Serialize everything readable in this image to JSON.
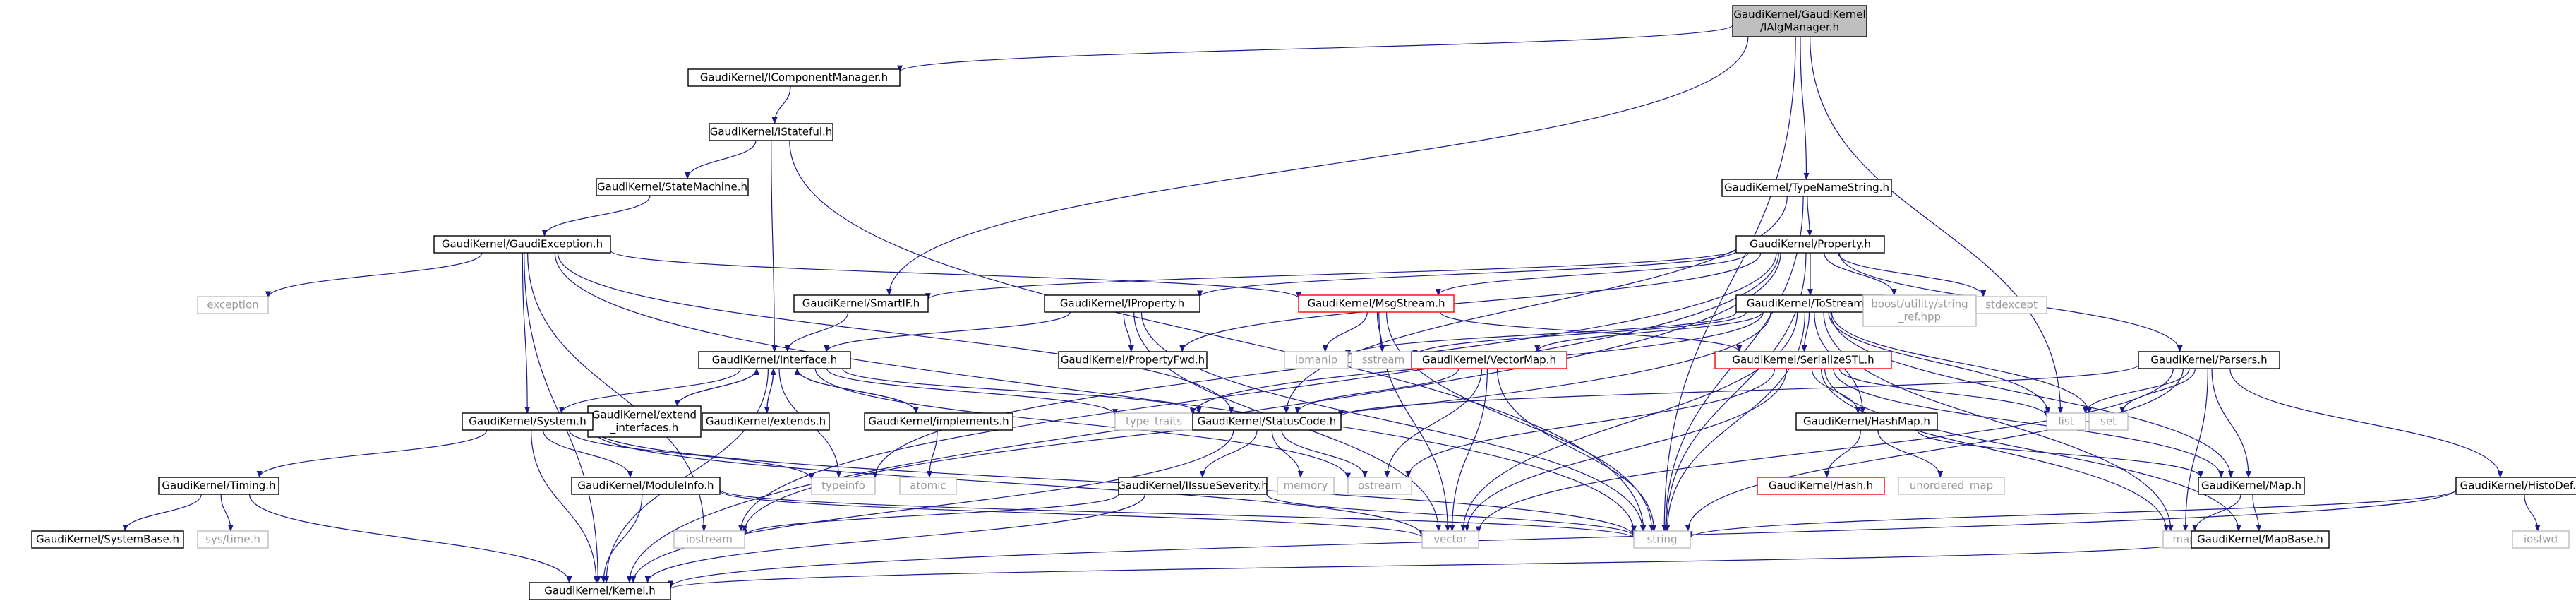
{
  "title": "GaudiKernel/IAlgManager.h",
  "colors": {
    "edge": "#1a1a8c",
    "node_border": "#000000",
    "node_text": "#000000",
    "external_border": "#bfbfbf",
    "external_text": "#9a9a9a",
    "incomplete_border": "#ff0000",
    "root_fill": "#bfbfbf"
  },
  "nodes": {
    "ialgmanager": {
      "label": [
        "GaudiKernel/GaudiKernel",
        "/IAlgManager.h"
      ],
      "kind": "root"
    },
    "icomponentmanager": {
      "label": [
        "GaudiKernel/IComponentManager.h"
      ],
      "kind": "normal"
    },
    "istateful": {
      "label": [
        "GaudiKernel/IStateful.h"
      ],
      "kind": "normal"
    },
    "statemachine": {
      "label": [
        "GaudiKernel/StateMachine.h"
      ],
      "kind": "normal"
    },
    "gaudiexception": {
      "label": [
        "GaudiKernel/GaudiException.h"
      ],
      "kind": "normal"
    },
    "exception": {
      "label": [
        "exception"
      ],
      "kind": "external"
    },
    "smartif": {
      "label": [
        "GaudiKernel/SmartIF.h"
      ],
      "kind": "normal"
    },
    "iproperty": {
      "label": [
        "GaudiKernel/IProperty.h"
      ],
      "kind": "normal"
    },
    "msgstream": {
      "label": [
        "GaudiKernel/MsgStream.h"
      ],
      "kind": "incomplete"
    },
    "typenamestring": {
      "label": [
        "GaudiKernel/TypeNameString.h"
      ],
      "kind": "normal"
    },
    "property": {
      "label": [
        "GaudiKernel/Property.h"
      ],
      "kind": "normal"
    },
    "tostream": {
      "label": [
        "GaudiKernel/ToStream.h"
      ],
      "kind": "normal"
    },
    "boostref": {
      "label": [
        "boost/utility/string",
        "_ref.hpp"
      ],
      "kind": "external"
    },
    "stdexcept": {
      "label": [
        "stdexcept"
      ],
      "kind": "external"
    },
    "propertyfwd": {
      "label": [
        "GaudiKernel/PropertyFwd.h"
      ],
      "kind": "normal"
    },
    "interface": {
      "label": [
        "GaudiKernel/Interface.h"
      ],
      "kind": "normal"
    },
    "extendinterfaces": {
      "label": [
        "GaudiKernel/extend",
        "_interfaces.h"
      ],
      "kind": "normal"
    },
    "extends": {
      "label": [
        "GaudiKernel/extends.h"
      ],
      "kind": "normal"
    },
    "iomanip": {
      "label": [
        "iomanip"
      ],
      "kind": "external"
    },
    "sstream": {
      "label": [
        "sstream"
      ],
      "kind": "external"
    },
    "vectormap": {
      "label": [
        "GaudiKernel/VectorMap.h"
      ],
      "kind": "incomplete"
    },
    "serializestl": {
      "label": [
        "GaudiKernel/SerializeSTL.h"
      ],
      "kind": "incomplete"
    },
    "parsers": {
      "label": [
        "GaudiKernel/Parsers.h"
      ],
      "kind": "normal"
    },
    "system": {
      "label": [
        "GaudiKernel/System.h"
      ],
      "kind": "normal"
    },
    "implements": {
      "label": [
        "GaudiKernel/implements.h"
      ],
      "kind": "normal"
    },
    "typetraits": {
      "label": [
        "type_traits"
      ],
      "kind": "external"
    },
    "statuscode": {
      "label": [
        "GaudiKernel/StatusCode.h"
      ],
      "kind": "normal"
    },
    "hashmap": {
      "label": [
        "GaudiKernel/HashMap.h"
      ],
      "kind": "normal"
    },
    "list": {
      "label": [
        "list"
      ],
      "kind": "external"
    },
    "set": {
      "label": [
        "set"
      ],
      "kind": "external"
    },
    "timing": {
      "label": [
        "GaudiKernel/Timing.h"
      ],
      "kind": "normal"
    },
    "moduleinfo": {
      "label": [
        "GaudiKernel/ModuleInfo.h"
      ],
      "kind": "normal"
    },
    "typeinfo": {
      "label": [
        "typeinfo"
      ],
      "kind": "external"
    },
    "atomic": {
      "label": [
        "atomic"
      ],
      "kind": "external"
    },
    "issueseverity": {
      "label": [
        "GaudiKernel/IIssueSeverity.h"
      ],
      "kind": "normal"
    },
    "memory": {
      "label": [
        "memory"
      ],
      "kind": "external"
    },
    "ostream": {
      "label": [
        "ostream"
      ],
      "kind": "external"
    },
    "hash": {
      "label": [
        "GaudiKernel/Hash.h"
      ],
      "kind": "incomplete"
    },
    "unorderedmap": {
      "label": [
        "unordered_map"
      ],
      "kind": "external"
    },
    "map_h": {
      "label": [
        "GaudiKernel/Map.h"
      ],
      "kind": "normal"
    },
    "histodef": {
      "label": [
        "GaudiKernel/HistoDef.h"
      ],
      "kind": "normal"
    },
    "systembase": {
      "label": [
        "GaudiKernel/SystemBase.h"
      ],
      "kind": "normal"
    },
    "systime": {
      "label": [
        "sys/time.h"
      ],
      "kind": "external"
    },
    "iostream": {
      "label": [
        "iostream"
      ],
      "kind": "external"
    },
    "vector": {
      "label": [
        "vector"
      ],
      "kind": "external"
    },
    "string": {
      "label": [
        "string"
      ],
      "kind": "external"
    },
    "map": {
      "label": [
        "map"
      ],
      "kind": "external"
    },
    "mapbase": {
      "label": [
        "GaudiKernel/MapBase.h"
      ],
      "kind": "normal"
    },
    "iosfwd": {
      "label": [
        "iosfwd"
      ],
      "kind": "external"
    },
    "kernel": {
      "label": [
        "GaudiKernel/Kernel.h"
      ],
      "kind": "normal"
    }
  },
  "edges": [
    [
      "ialgmanager",
      "icomponentmanager"
    ],
    [
      "ialgmanager",
      "smartif"
    ],
    [
      "ialgmanager",
      "typenamestring"
    ],
    [
      "ialgmanager",
      "list"
    ],
    [
      "ialgmanager",
      "string"
    ],
    [
      "icomponentmanager",
      "istateful"
    ],
    [
      "istateful",
      "statemachine"
    ],
    [
      "istateful",
      "interface"
    ],
    [
      "istateful",
      "string"
    ],
    [
      "statemachine",
      "gaudiexception"
    ],
    [
      "gaudiexception",
      "exception"
    ],
    [
      "gaudiexception",
      "system"
    ],
    [
      "gaudiexception",
      "iostream"
    ],
    [
      "gaudiexception",
      "kernel"
    ],
    [
      "gaudiexception",
      "statuscode"
    ],
    [
      "gaudiexception",
      "msgstream"
    ],
    [
      "gaudiexception",
      "string"
    ],
    [
      "smartif",
      "interface"
    ],
    [
      "typenamestring",
      "property"
    ],
    [
      "typenamestring",
      "statuscode"
    ],
    [
      "typenamestring",
      "string"
    ],
    [
      "property",
      "smartif"
    ],
    [
      "property",
      "iproperty"
    ],
    [
      "property",
      "msgstream"
    ],
    [
      "property",
      "tostream"
    ],
    [
      "property",
      "parsers"
    ],
    [
      "property",
      "propertyfwd"
    ],
    [
      "property",
      "boostref"
    ],
    [
      "property",
      "stdexcept"
    ],
    [
      "property",
      "typeinfo"
    ],
    [
      "property",
      "kernel"
    ],
    [
      "property",
      "iostream"
    ],
    [
      "property",
      "string"
    ],
    [
      "iproperty",
      "interface"
    ],
    [
      "iproperty",
      "propertyfwd"
    ],
    [
      "iproperty",
      "string"
    ],
    [
      "iproperty",
      "vector"
    ],
    [
      "msgstream",
      "iomanip"
    ],
    [
      "msgstream",
      "sstream"
    ],
    [
      "msgstream",
      "serializestl"
    ],
    [
      "msgstream",
      "string"
    ],
    [
      "msgstream",
      "vector"
    ],
    [
      "tostream",
      "iomanip"
    ],
    [
      "tostream",
      "sstream"
    ],
    [
      "tostream",
      "vectormap"
    ],
    [
      "tostream",
      "serializestl"
    ],
    [
      "tostream",
      "hashmap"
    ],
    [
      "tostream",
      "map_h"
    ],
    [
      "tostream",
      "list"
    ],
    [
      "tostream",
      "set"
    ],
    [
      "tostream",
      "map"
    ],
    [
      "tostream",
      "string"
    ],
    [
      "tostream",
      "vector"
    ],
    [
      "tostream",
      "typetraits"
    ],
    [
      "tostream",
      "iostream"
    ],
    [
      "interface",
      "system"
    ],
    [
      "interface",
      "extendinterfaces"
    ],
    [
      "interface",
      "extends"
    ],
    [
      "interface",
      "implements"
    ],
    [
      "interface",
      "typetraits"
    ],
    [
      "interface",
      "statuscode"
    ],
    [
      "interface",
      "typeinfo"
    ],
    [
      "interface",
      "ostream"
    ],
    [
      "interface",
      "kernel"
    ],
    [
      "extendinterfaces",
      "interface"
    ],
    [
      "extends",
      "interface"
    ],
    [
      "implements",
      "interface"
    ],
    [
      "implements",
      "atomic"
    ],
    [
      "vectormap",
      "statuscode"
    ],
    [
      "vectormap",
      "ostream"
    ],
    [
      "vectormap",
      "vector"
    ],
    [
      "vectormap",
      "string"
    ],
    [
      "serializestl",
      "hashmap"
    ],
    [
      "serializestl",
      "map_h"
    ],
    [
      "serializestl",
      "list"
    ],
    [
      "serializestl",
      "vector"
    ],
    [
      "serializestl",
      "ostream"
    ],
    [
      "serializestl",
      "map"
    ],
    [
      "serializestl",
      "mapbase"
    ],
    [
      "parsers",
      "statuscode"
    ],
    [
      "parsers",
      "map_h"
    ],
    [
      "parsers",
      "histodef"
    ],
    [
      "parsers",
      "list"
    ],
    [
      "parsers",
      "set"
    ],
    [
      "parsers",
      "map"
    ],
    [
      "parsers",
      "string"
    ],
    [
      "parsers",
      "vector"
    ],
    [
      "system",
      "timing"
    ],
    [
      "system",
      "moduleinfo"
    ],
    [
      "system",
      "typeinfo"
    ],
    [
      "system",
      "kernel"
    ],
    [
      "system",
      "string"
    ],
    [
      "system",
      "vector"
    ],
    [
      "statuscode",
      "issueseverity"
    ],
    [
      "statuscode",
      "memory"
    ],
    [
      "statuscode",
      "ostream"
    ],
    [
      "statuscode",
      "kernel"
    ],
    [
      "hashmap",
      "hash"
    ],
    [
      "hashmap",
      "unorderedmap"
    ],
    [
      "hashmap",
      "map_h"
    ],
    [
      "timing",
      "systembase"
    ],
    [
      "timing",
      "systime"
    ],
    [
      "timing",
      "kernel"
    ],
    [
      "moduleinfo",
      "kernel"
    ],
    [
      "moduleinfo",
      "string"
    ],
    [
      "moduleinfo",
      "vector"
    ],
    [
      "issueseverity",
      "iostream"
    ],
    [
      "issueseverity",
      "string"
    ],
    [
      "issueseverity",
      "kernel"
    ],
    [
      "map_h",
      "map"
    ],
    [
      "map_h",
      "mapbase"
    ],
    [
      "mapbase",
      "kernel"
    ],
    [
      "histodef",
      "string"
    ],
    [
      "histodef",
      "iosfwd"
    ],
    [
      "histodef",
      "kernel"
    ]
  ]
}
